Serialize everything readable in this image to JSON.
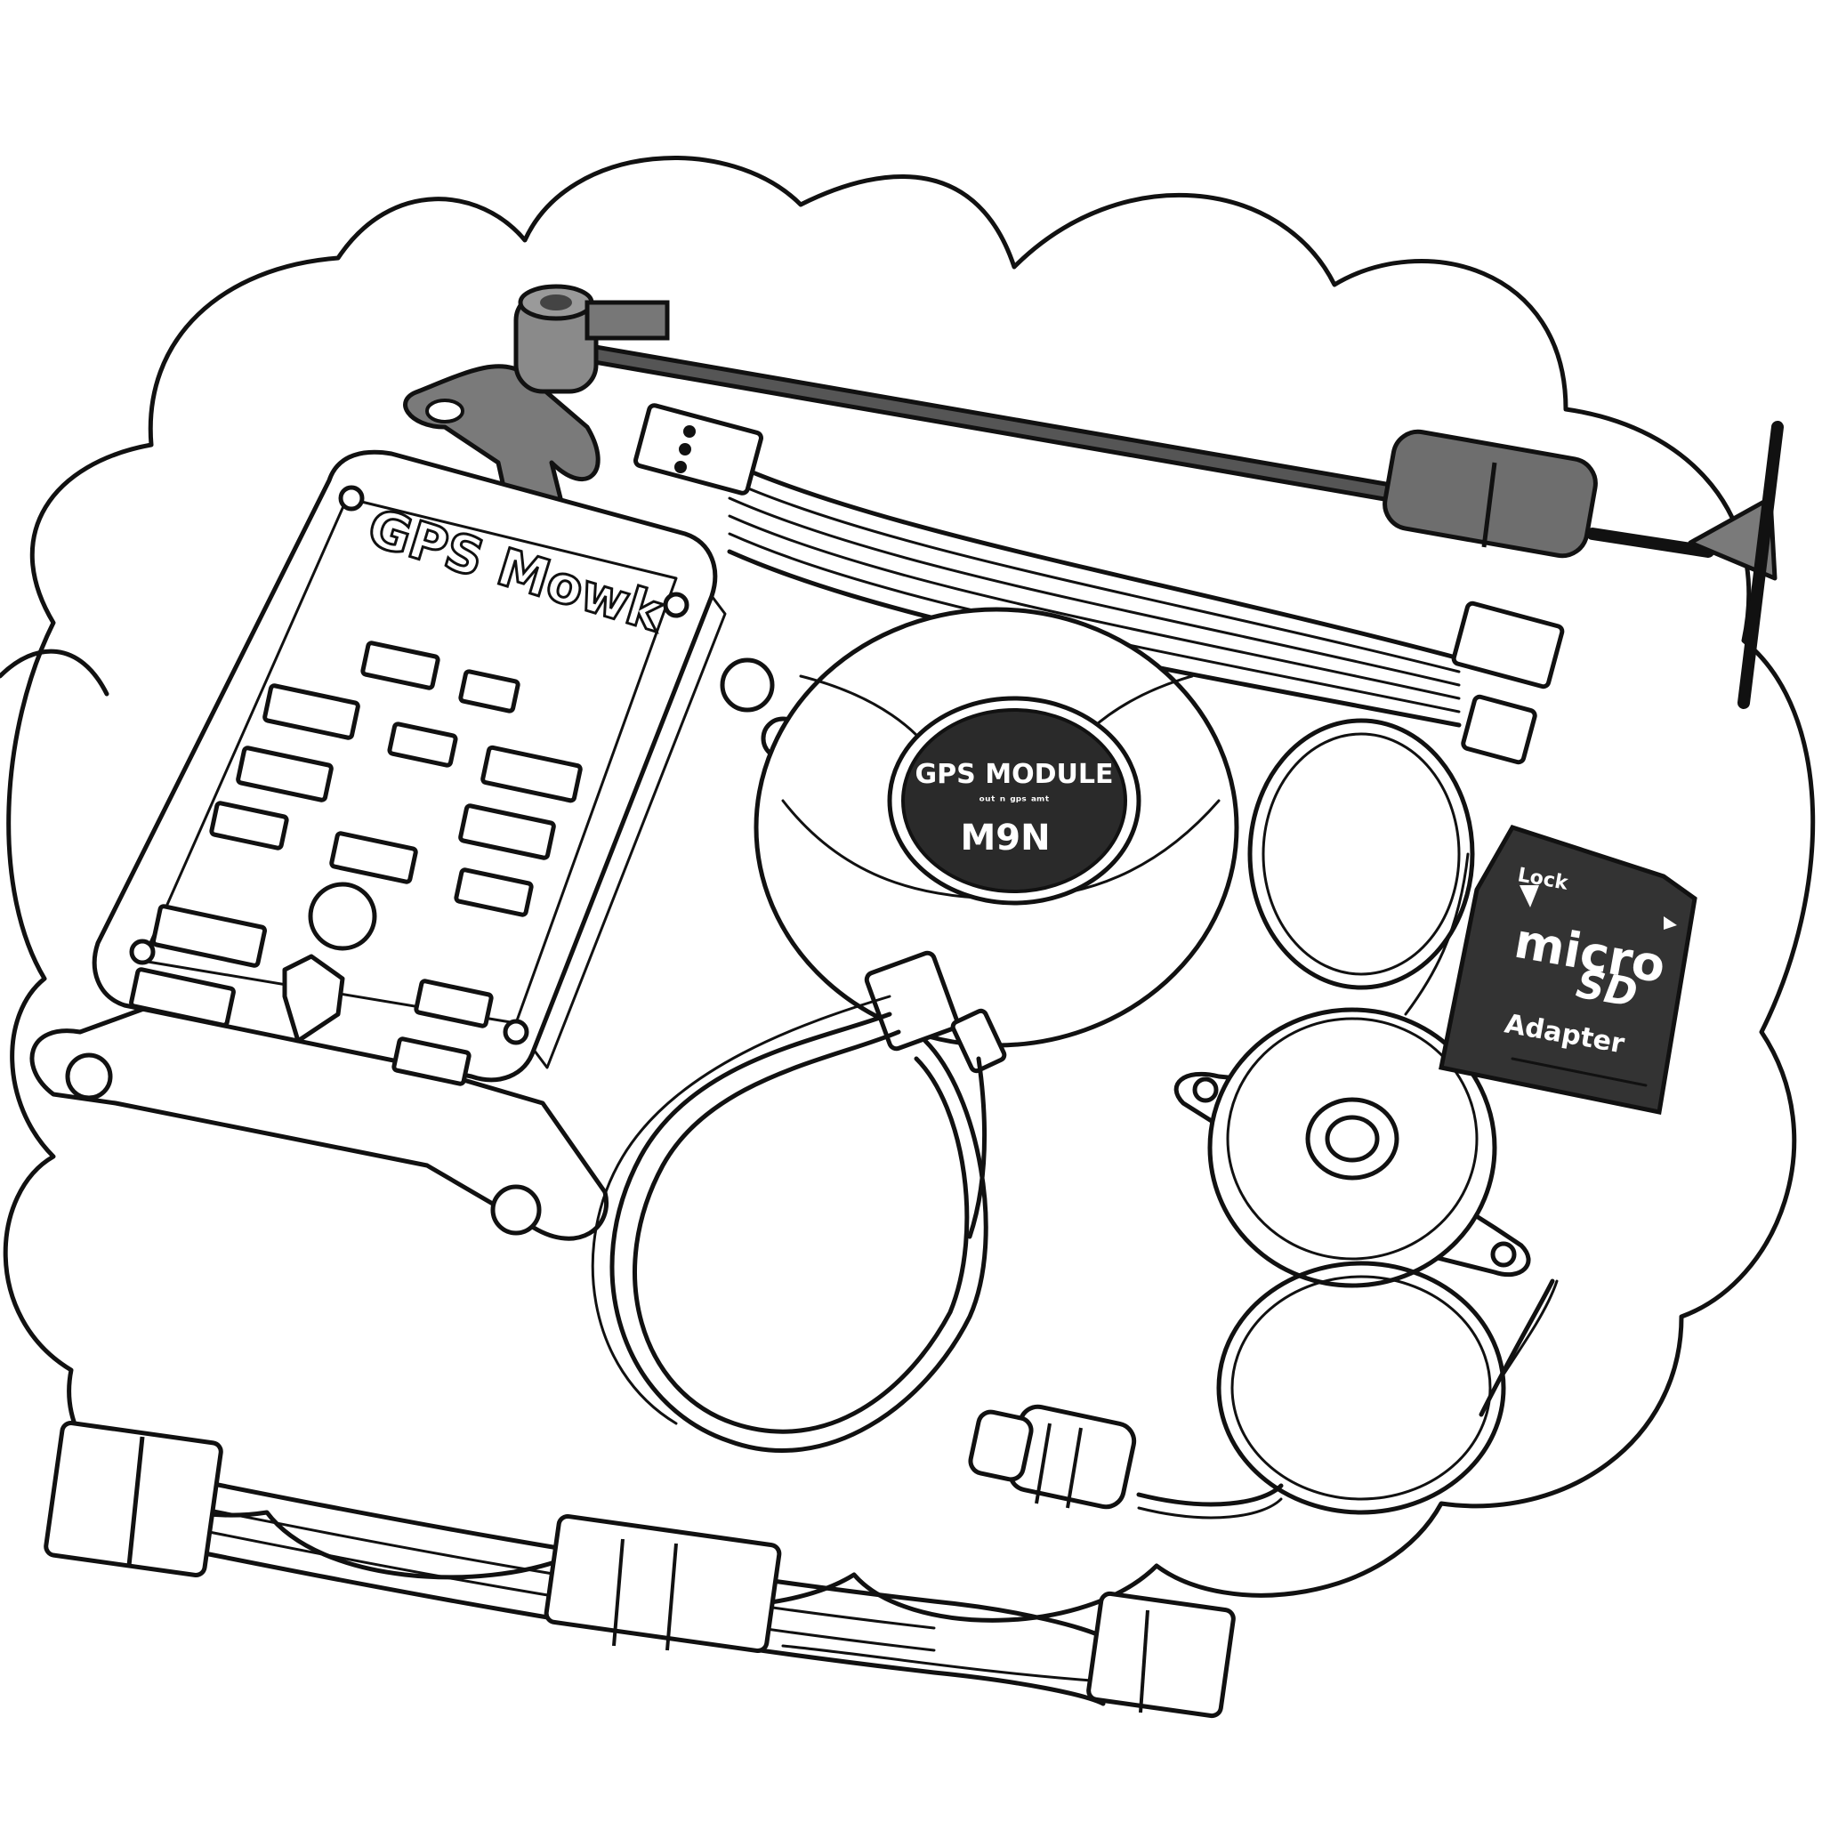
{
  "colors": {
    "ink": "#111111",
    "paper": "#ffffff",
    "grey_part": "#808080",
    "dark_label": "#2a2a2a",
    "card_body": "#333333"
  },
  "flight_controller": {
    "brand": "GPS Mowk"
  },
  "gps_module": {
    "title": "GPS MODULE",
    "subtitle": "ᵒᵘᵗ ⁿ ᵍᵖˢ ᵃᵐᵗ",
    "model": "M9N"
  },
  "sd_adapter": {
    "lock_label": "Lock",
    "brand_top": "micro",
    "brand_bottom": "SD",
    "label": "Adapter"
  },
  "icons": {
    "cloud": "cloud-outline-icon",
    "arrow": "arrow-down-icon",
    "lock_arrow": "lock-arrow-icon"
  }
}
